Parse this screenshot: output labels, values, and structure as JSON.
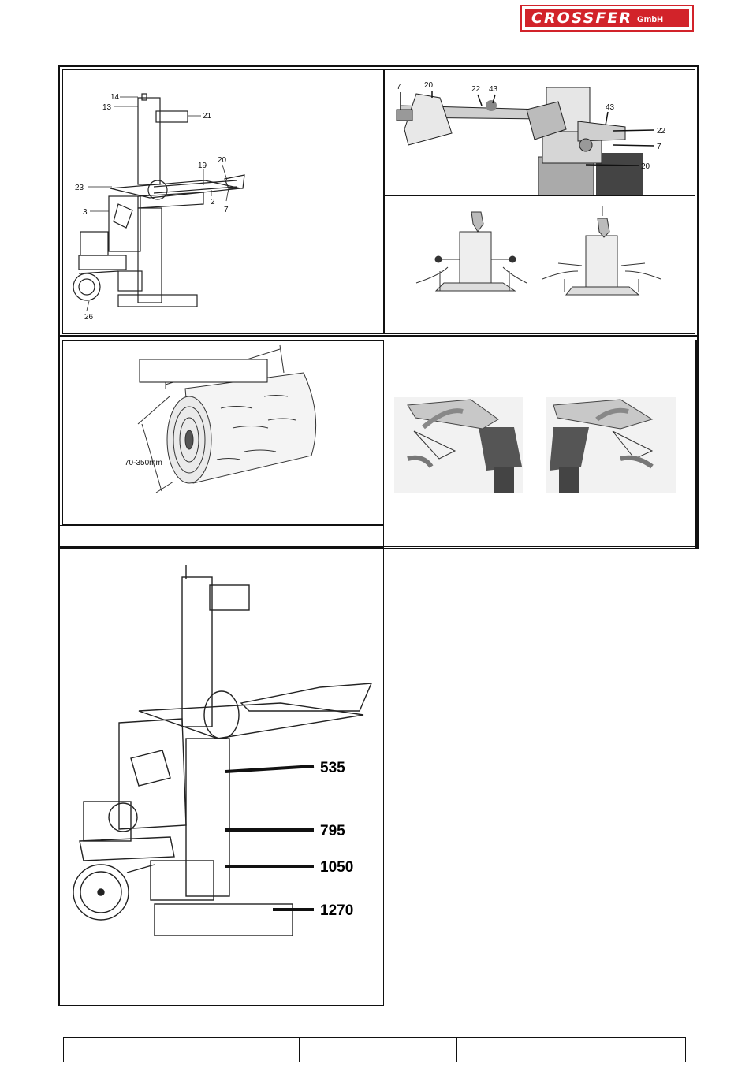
{
  "header": {
    "logo": {
      "brand": "CROSSFER",
      "suffix": "GmbH",
      "accent": "#d2232a"
    }
  },
  "figure_overview": {
    "callouts": [
      "14",
      "13",
      "21",
      "19",
      "20",
      "23",
      "2",
      "7",
      "3",
      "26"
    ]
  },
  "figure_handles_closeup": {
    "callouts_left": [
      "7",
      "20",
      "22",
      "43"
    ],
    "callouts_right": [
      "43",
      "22",
      "7",
      "20"
    ]
  },
  "figure_log": {
    "length_label": "",
    "diameter_label": "70-350mm"
  },
  "figure_heights": {
    "marks": [
      "535",
      "795",
      "1050",
      "1270"
    ]
  },
  "footer": {
    "cells": [
      "",
      "",
      ""
    ]
  }
}
